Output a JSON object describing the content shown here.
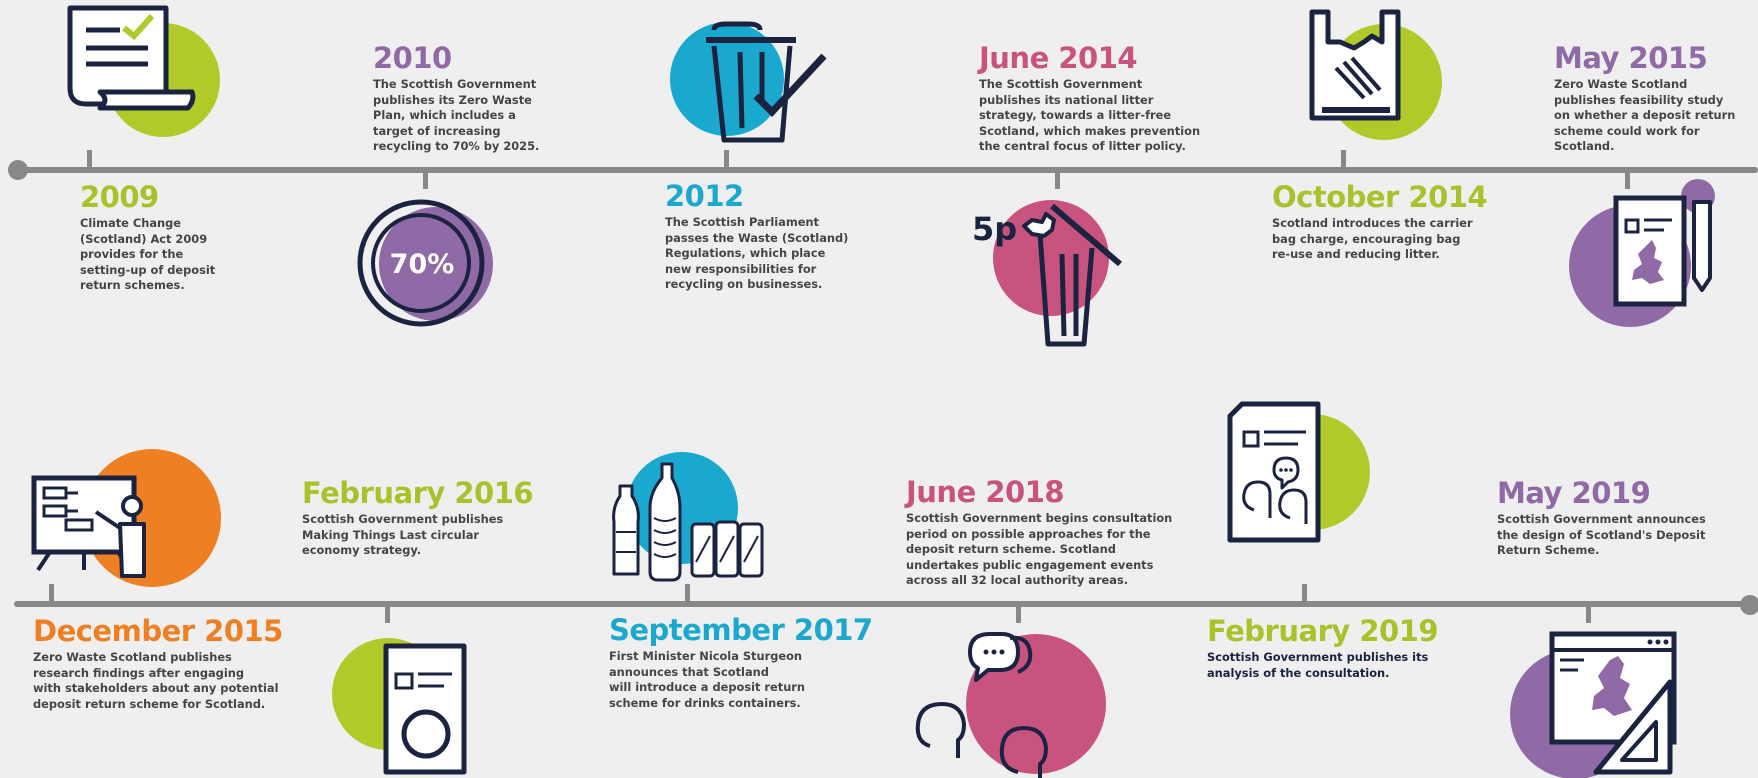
{
  "colors": {
    "green": "#b2c92a",
    "purple": "#8f6aa6",
    "pink": "#c8537f",
    "blue": "#1aa8cf",
    "orange": "#ee7f22",
    "navy": "#1c2340",
    "line": "#888888",
    "background": "#efefef"
  },
  "timeline_top": [
    {
      "date": "2009",
      "description": "Climate Change\n(Scotland) Act 2009\nprovides for the\nsetting-up of deposit\nreturn schemes.",
      "icon": "document-check-icon"
    },
    {
      "date": "2010",
      "description": "The Scottish Government\npublishes its Zero Waste\nPlan, which includes a\ntarget of increasing\nrecycling to 70% by 2025.",
      "icon": "target-70-percent-icon",
      "icon_text": "70%"
    },
    {
      "date": "2012",
      "description": "The Scottish Parliament\npasses the Waste (Scotland)\nRegulations, which place\nnew responsibilities for\nrecycling on businesses.",
      "icon": "bin-check-icon"
    },
    {
      "date": "June 2014",
      "description": "The Scottish Government\npublishes its national litter\nstrategy, towards a litter-free\nScotland, which makes prevention\nthe central focus of litter policy.",
      "icon": "litter-bin-5p-icon",
      "icon_text": "5p"
    },
    {
      "date": "October 2014",
      "description": "Scotland introduces the carrier\nbag charge, encouraging bag\nre-use and reducing litter.",
      "icon": "carrier-bag-icon"
    },
    {
      "date": "May 2015",
      "description": "Zero Waste Scotland\npublishes feasibility study\non whether a deposit return\nscheme could work for Scotland.",
      "icon": "scotland-study-icon"
    }
  ],
  "timeline_bottom": [
    {
      "date": "December 2015",
      "description": "Zero Waste Scotland publishes\nresearch findings after engaging\nwith stakeholders about any potential\ndeposit return scheme for Scotland.",
      "icon": "presentation-board-icon"
    },
    {
      "date": "February 2016",
      "description": "Scottish Government publishes\nMaking Things Last circular\neconomy strategy.",
      "icon": "document-circle-icon"
    },
    {
      "date": "September 2017",
      "description": "First Minister Nicola Sturgeon\nannounces that Scotland\nwill introduce a deposit return\nscheme for drinks containers.",
      "icon": "drinks-containers-icon"
    },
    {
      "date": "June 2018",
      "description": "Scottish Government begins consultation\nperiod on possible approaches for the\ndeposit return scheme. Scotland\nundertakes public engagement events\nacross all 32 local authority areas.",
      "icon": "conversation-icon"
    },
    {
      "date": "February 2019",
      "description": "Scottish Government publishes its\nanalysis of the consultation.",
      "icon": "consultation-document-icon"
    },
    {
      "date": "May 2019",
      "description": "Scottish Government announces\nthe design of Scotland's Deposit\nReturn Scheme.",
      "icon": "scotland-design-icon"
    }
  ]
}
